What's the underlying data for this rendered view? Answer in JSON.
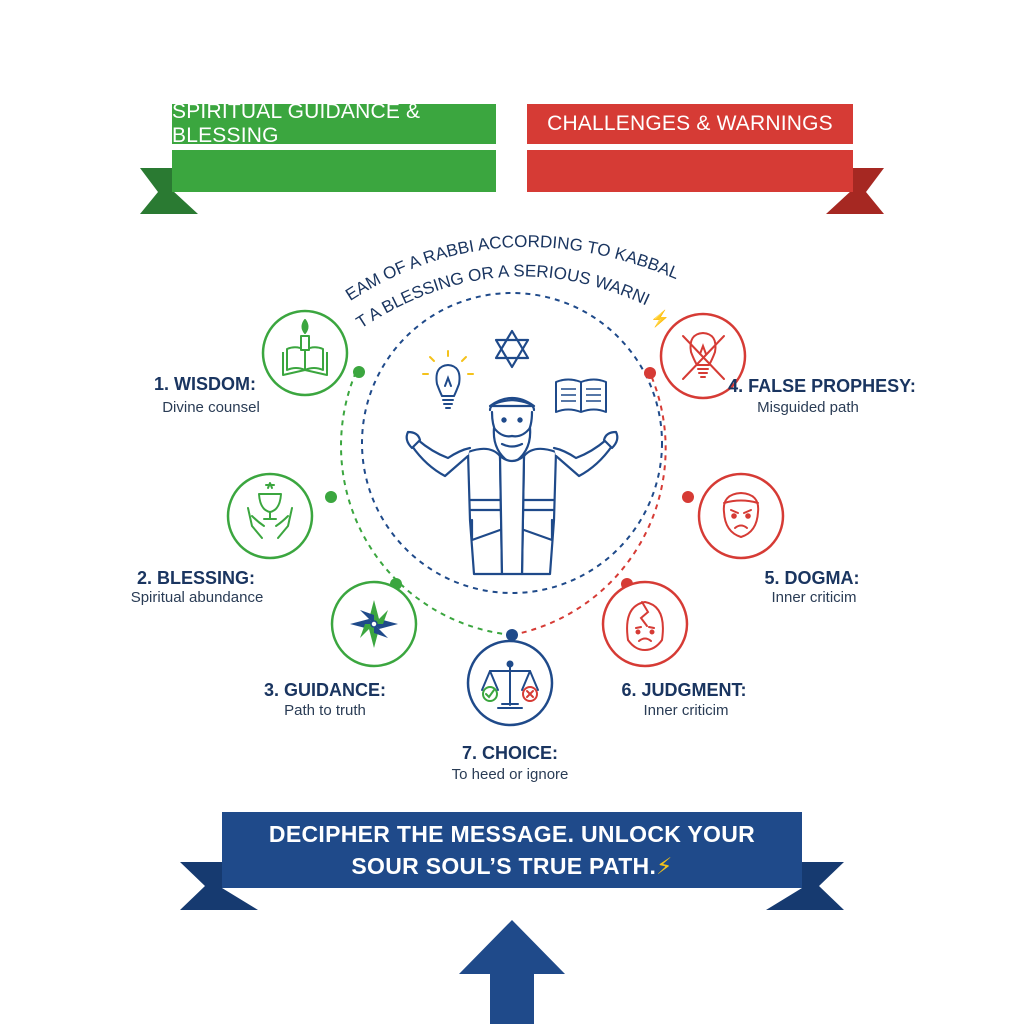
{
  "banners": {
    "left": {
      "label": "SPIRITUAL GUIDANCE & BLESSING",
      "color": "#3ba63f"
    },
    "right": {
      "label": "CHALLENGES & WARNINGS",
      "color": "#d63b35"
    }
  },
  "title": {
    "line1": "DREAM OF A RABBI ACCORDING TO KABBALAH:",
    "line2": "IS IT A BLESSING OR A SERIOUS WARNING",
    "bolt": "⚡"
  },
  "items": [
    {
      "title": "1. WISDOM:",
      "subtitle": "Divine counsel",
      "icon": "book-candle-icon",
      "color": "#3ba63f"
    },
    {
      "title": "2. BLESSING:",
      "subtitle": "Spiritual abundance",
      "icon": "chalice-hands-icon",
      "color": "#3ba63f"
    },
    {
      "title": "3. GUIDANCE:",
      "subtitle": "Path to truth",
      "icon": "compass-star-icon",
      "color": "#3ba63f"
    },
    {
      "title": "4. FALSE PROPHESY:",
      "subtitle": "Misguided path",
      "icon": "crossed-lightbulb-icon",
      "color": "#d63b35"
    },
    {
      "title": "5. DOGMA:",
      "subtitle": "Inner criticim",
      "icon": "angry-face-icon",
      "color": "#d63b35"
    },
    {
      "title": "6. JUDGMENT:",
      "subtitle": "Inner criticim",
      "icon": "cracked-head-icon",
      "color": "#d63b35"
    },
    {
      "title": "7. CHOICE:",
      "subtitle": "To heed or ignore",
      "icon": "scales-icon",
      "color": "#1f4a8a"
    }
  ],
  "center": {
    "figure": "rabbi-icon",
    "icons": [
      "lightbulb-icon",
      "star-of-david-icon",
      "open-book-icon"
    ]
  },
  "cta": {
    "line1": "DECIPHER THE MESSAGE. UNLOCK YOUR",
    "line2": "SOUR SOUL’S TRUE PATH.",
    "bolt": "⚡",
    "color": "#1f4a8a"
  },
  "colors": {
    "green": "#3ba63f",
    "red": "#d63b35",
    "navy": "#1f4a8a",
    "text": "#1a3560"
  }
}
